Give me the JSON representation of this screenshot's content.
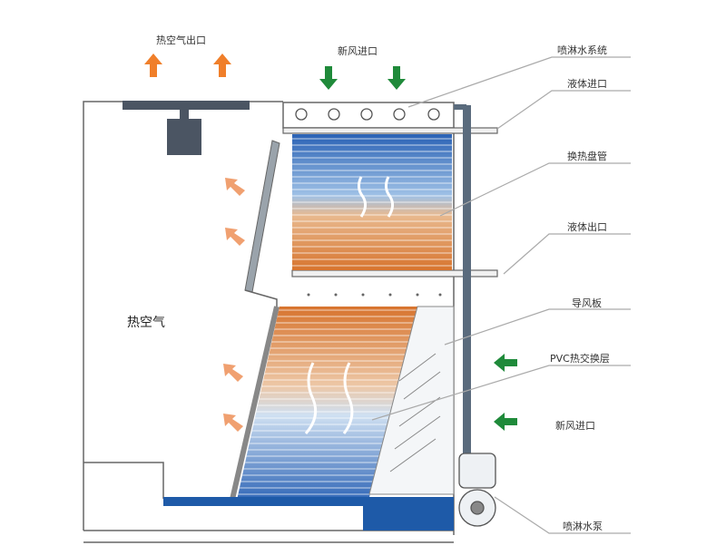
{
  "title": "Closed cooling tower schematic",
  "labels": {
    "hot_air_outlet": "热空气出口",
    "fresh_air_inlet_top": "新风进口",
    "spray_water_system": "喷淋水系统",
    "liquid_inlet": "液体进口",
    "heat_exchange_coil": "换热盘管",
    "liquid_outlet": "液体出口",
    "air_guide_plate": "导风板",
    "pvc_fill": "PVC热交换层",
    "fresh_air_inlet_side": "新风进口",
    "spray_pump": "喷淋水泵",
    "hot_air": "热空气"
  },
  "colors": {
    "hot_arrow": "#f07f2a",
    "fresh_arrow": "#1f8a3a",
    "cold": "#1f5fb0",
    "warm": "#e07a35",
    "water": "#1e5aa8",
    "outline": "#555555"
  }
}
